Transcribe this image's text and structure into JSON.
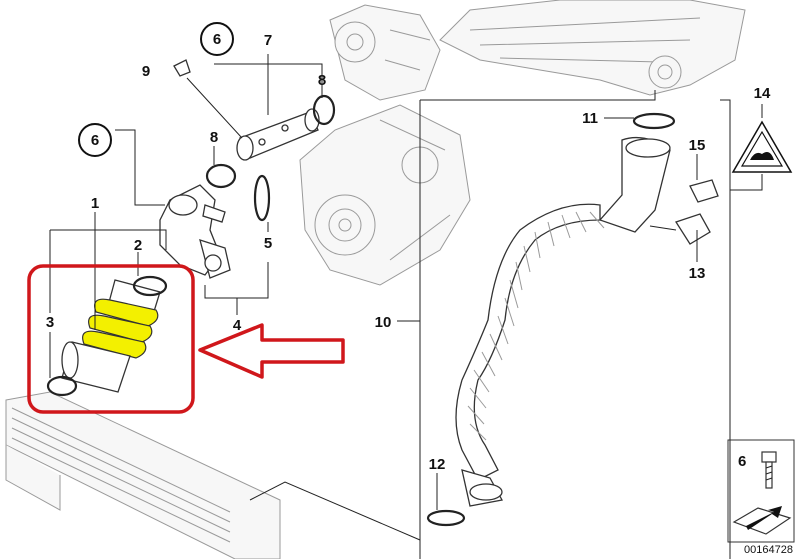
{
  "callouts": {
    "c1": "1",
    "c2": "2",
    "c3": "3",
    "c4": "4",
    "c5": "5",
    "c6a": "6",
    "c6b": "6",
    "c7": "7",
    "c8a": "8",
    "c8b": "8",
    "c9": "9",
    "c10": "10",
    "c11": "11",
    "c12": "12",
    "c13": "13",
    "c14": "14",
    "c15": "15"
  },
  "legend": {
    "number": "6"
  },
  "document_number": "00164728",
  "highlight": {
    "frame_color": "#d0171b",
    "part_color": "#f3f000"
  }
}
